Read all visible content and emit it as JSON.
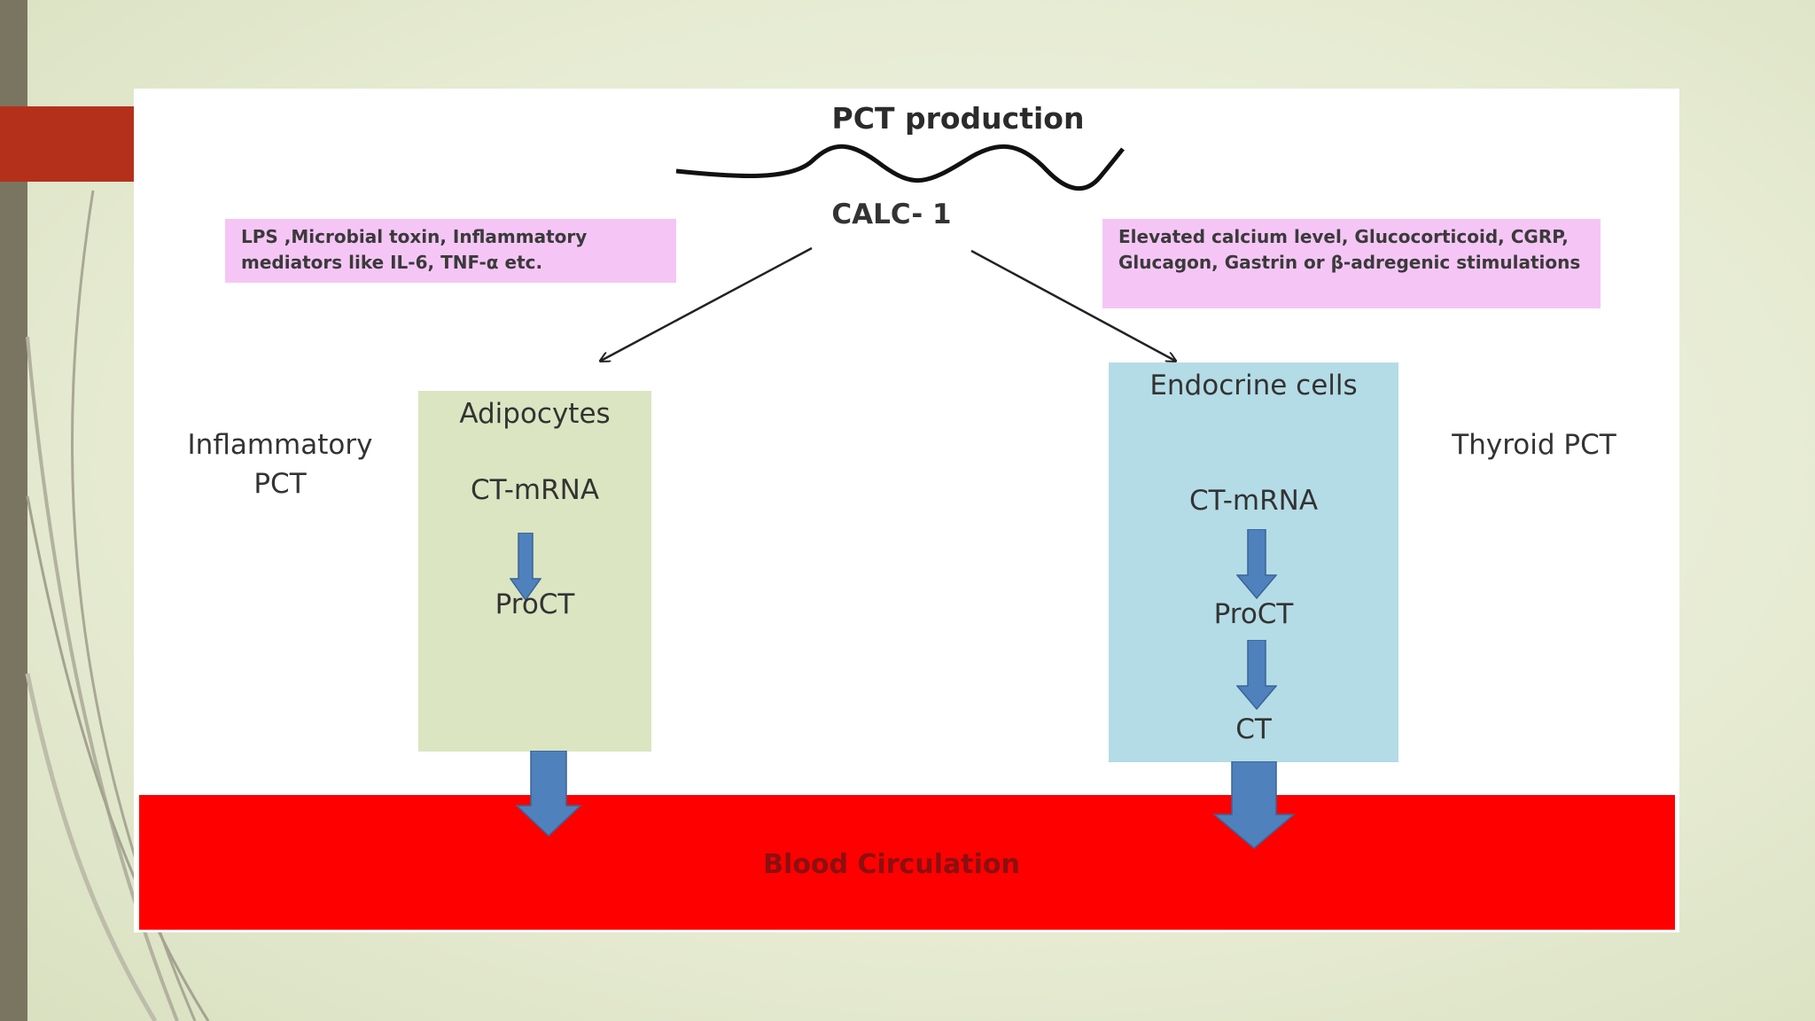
{
  "diagram": {
    "title": "PCT production",
    "gene": "CALC- 1",
    "left_stimuli": "LPS ,Microbial toxin, Inflammatory mediators like IL-6, TNF-α etc.",
    "right_stimuli": "Elevated calcium level, Glucocorticoid, CGRP, Glucagon, Gastrin or β-adregenic stimulations",
    "left_side_label": "Inflammatory\nPCT",
    "right_side_label": "Thyroid PCT",
    "adipocytes": {
      "title": "Adipocytes",
      "step1": "CT-mRNA",
      "step2": "ProCT"
    },
    "endocrine": {
      "title": "Endocrine cells",
      "step1": "CT-mRNA",
      "step2": "ProCT",
      "step3": "CT"
    },
    "blood": "Blood Circulation"
  },
  "colors": {
    "stimuli_box": "#f5c6f5",
    "adipocytes_box": "#dbe5c2",
    "endocrine_box": "#b4dce6",
    "blood": "#ff0000",
    "arrow_blue": "#4f81bd",
    "accent_red": "#b5301a"
  }
}
